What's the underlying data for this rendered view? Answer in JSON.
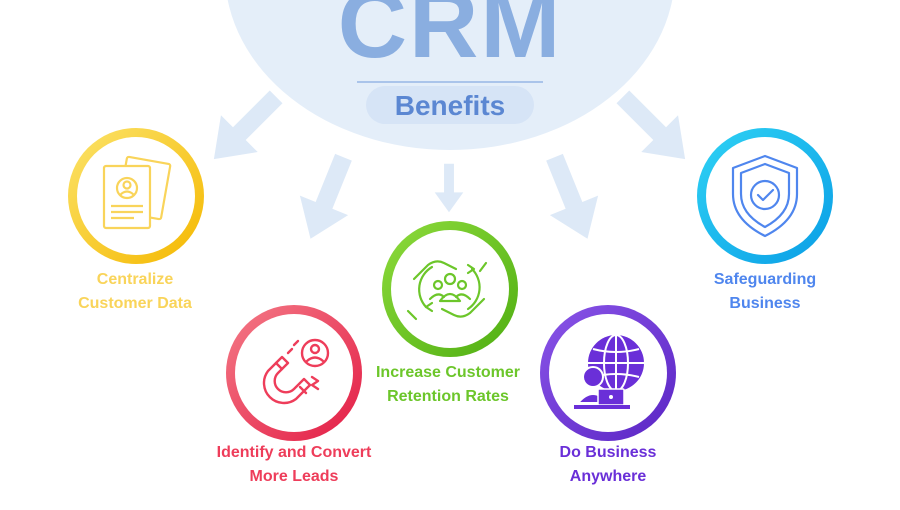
{
  "hub": {
    "title": "CRM",
    "subtitle": "Benefits"
  },
  "benefits": [
    {
      "line1": "Centralize",
      "line2": "Customer Data",
      "color": "#f9d45a",
      "icon": "customer-profile-document-icon"
    },
    {
      "line1": "Identify and Convert",
      "line2": "More Leads",
      "color": "#ee3d5a",
      "icon": "lead-magnet-icon"
    },
    {
      "line1": "Increase Customer",
      "line2": "Retention Rates",
      "color": "#6cc62a",
      "icon": "customer-retention-hands-icon"
    },
    {
      "line1": "Do Business",
      "line2": "Anywhere",
      "color": "#6a2fd8",
      "icon": "globe-laptop-user-icon"
    },
    {
      "line1": "Safeguarding",
      "line2": "Business",
      "color": "#4f86ee",
      "icon": "shield-check-icon"
    }
  ],
  "colors": {
    "hub_bg": "#e4eef9",
    "hub_title": "#8aaee0",
    "hub_subtitle": "#5b87d2",
    "arrow": "#dde9f7"
  }
}
